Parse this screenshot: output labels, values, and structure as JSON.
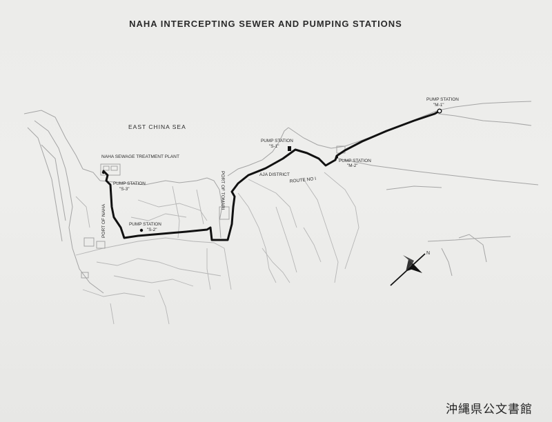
{
  "title": "NAHA INTERCEPTING SEWER AND PUMPING STATIONS",
  "labels": {
    "sea": "EAST CHINA SEA",
    "plant": "NAHA SEWAGE TREATMENT PLANT",
    "port_naha": "PORT OF NAHA",
    "port_tomari": "PORT OF TOMARI",
    "aja": "AJA DISTRICT",
    "route": "ROUTE NO I"
  },
  "stations": [
    {
      "name": "PUMP STATION",
      "code": "\"S-3\""
    },
    {
      "name": "PUMP STATION",
      "code": "\"S-2\""
    },
    {
      "name": "PUMP STATION",
      "code": "\"S-1\""
    },
    {
      "name": "PUMP STATION",
      "code": "\"M-2\""
    },
    {
      "name": "PUMP STATION",
      "code": "\"M-1\""
    }
  ],
  "north_arrow": "N",
  "archive_stamp": "沖縄県公文書館",
  "colors": {
    "paper": "#ececea",
    "ink": "#1a1a1a",
    "thin_line": "#9a9a9a"
  }
}
